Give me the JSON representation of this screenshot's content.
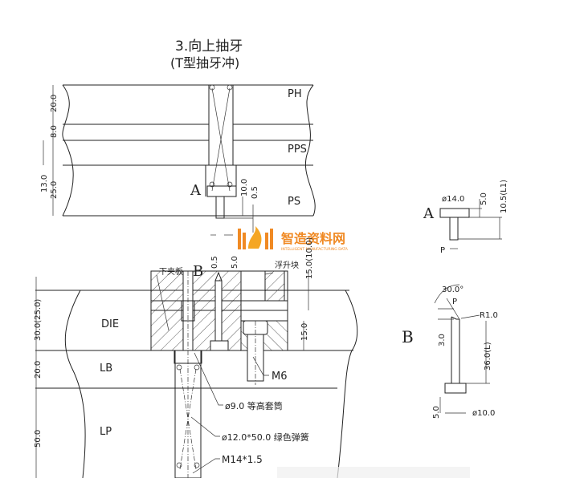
{
  "title": {
    "line1": "3.向上抽牙",
    "line2": "(T型抽牙冲)"
  },
  "top_section": {
    "plates": [
      {
        "label": "PH",
        "thickness": "20.0"
      },
      {
        "label": "PPS",
        "thickness": "8.0"
      },
      {
        "label": "PS",
        "thickness": "25.0"
      }
    ],
    "dims": {
      "d1": "20.0",
      "d2": "8.0",
      "d3": "13.0",
      "d4": "25.0",
      "d5": "10.0",
      "d6": "0.5"
    },
    "callout": "A"
  },
  "detail_a": {
    "label": "A",
    "diameter": "ø14.0",
    "head_height": "5.0",
    "length": "10.5(L1)",
    "p_label": "P"
  },
  "watermark": {
    "name": "智造资料网",
    "subtitle": "INTELLIGENT MANUFACTURING DATA",
    "color": "#f08a24"
  },
  "bottom_section": {
    "plates": [
      {
        "label": "DIE",
        "thickness": "30.0(25.0)"
      },
      {
        "label": "LB",
        "thickness": "20.0"
      },
      {
        "label": "LP",
        "thickness": "50.0"
      }
    ],
    "callout": "B",
    "dims": {
      "d1": "0.5",
      "d2": "5.0",
      "d3": "15.0(10.0)",
      "d4": "15.0"
    },
    "annotations": {
      "lower_clamp": "下夹板",
      "stripper": "浮升块",
      "screw": "M6",
      "sleeve": "ø9.0 等高套筒",
      "spring": "ø12.0*50.0 绿色弹簧",
      "thread": "M14*1.5"
    }
  },
  "detail_b": {
    "label": "B",
    "angle": "30.0°",
    "p_label": "P",
    "radius": "R1.0",
    "tip": "3.0",
    "length": "36.0(L)",
    "head_height": "5.0",
    "diameter": "ø10.0"
  }
}
